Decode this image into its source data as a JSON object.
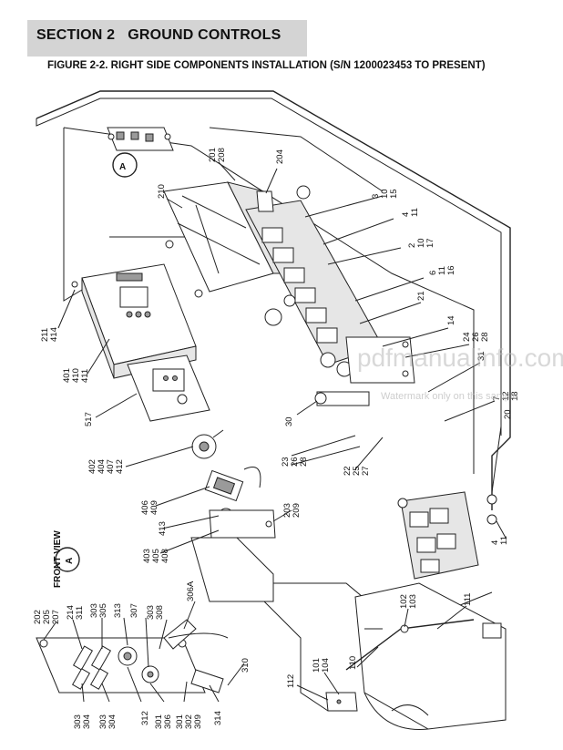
{
  "header": {
    "section_title": "SECTION 2   GROUND CONTROLS",
    "figure_title": "FIGURE 2-2. RIGHT SIDE COMPONENTS INSTALLATION (S/N 1200023453 TO PRESENT)"
  },
  "watermark": {
    "site": "pdfmanualinfo.com",
    "note": "Watermark only on this sample"
  },
  "view": {
    "marker": "A",
    "front_view_label": "FRONT VIEW"
  },
  "callouts": {
    "c201_208": [
      "201",
      "208"
    ],
    "c204": [
      "204"
    ],
    "c210": [
      "210"
    ],
    "c3_10_15": [
      "3",
      "10",
      "15"
    ],
    "c4_11": [
      "4",
      "11"
    ],
    "c2_10_17": [
      "2",
      "10",
      "17"
    ],
    "c6_11_16": [
      "6",
      "11",
      "16"
    ],
    "c21": [
      "21"
    ],
    "c14": [
      "14"
    ],
    "c24_26_28": [
      "24",
      "26",
      "28"
    ],
    "c31": [
      "31"
    ],
    "c7_12_18": [
      "7",
      "12",
      "18"
    ],
    "c20": [
      "20"
    ],
    "c211_414": [
      "211",
      "414"
    ],
    "c401_410_411": [
      "401",
      "410",
      "411"
    ],
    "c517": [
      "517"
    ],
    "c30": [
      "30"
    ],
    "c402_404_407_412": [
      "402",
      "404",
      "407",
      "412"
    ],
    "c23_26_28": [
      "23",
      "26",
      "28"
    ],
    "c22_25_27": [
      "22",
      "25",
      "27"
    ],
    "c406_409": [
      "406",
      "409"
    ],
    "c413": [
      "413"
    ],
    "c203_209": [
      "203",
      "209"
    ],
    "c403_405_408": [
      "403",
      "405",
      "408"
    ],
    "c4_11b": [
      "4",
      "11"
    ],
    "c202_205_207": [
      "202",
      "205",
      "207"
    ],
    "c214_311": [
      "214",
      "311"
    ],
    "c303_305": [
      "303",
      "305"
    ],
    "c313": [
      "313"
    ],
    "c307": [
      "307"
    ],
    "c303_308": [
      "303",
      "308"
    ],
    "c306A": [
      "306A"
    ],
    "c310": [
      "310"
    ],
    "c102_103": [
      "102",
      "103"
    ],
    "c111": [
      "111"
    ],
    "c110": [
      "110"
    ],
    "c101_104": [
      "101",
      "104"
    ],
    "c112": [
      "112"
    ],
    "c303_304a": [
      "303",
      "304"
    ],
    "c303_304b": [
      "303",
      "304"
    ],
    "c312": [
      "312"
    ],
    "c301_306": [
      "301",
      "306"
    ],
    "c301_302_309": [
      "301",
      "302",
      "309"
    ],
    "c314": [
      "314"
    ]
  }
}
